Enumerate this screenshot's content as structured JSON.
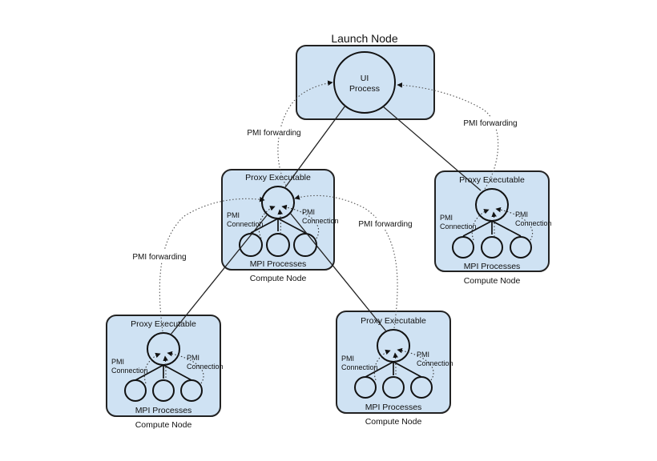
{
  "launch_node": {
    "title": "Launch Node",
    "ui_process": [
      "UI",
      "Process"
    ]
  },
  "forwarding_labels": [
    "PMI forwarding",
    "PMI forwarding",
    "PMI forwarding",
    "PMI forwarding"
  ],
  "compute_nodes": [
    {
      "proxy": "Proxy Executable",
      "connection_left": [
        "PMI",
        "Connection"
      ],
      "connection_right": [
        "PMI",
        "Connection"
      ],
      "processes": "MPI Processes",
      "caption": "Compute Node"
    },
    {
      "proxy": "Proxy Executable",
      "connection_left": [
        "PMI",
        "Connection"
      ],
      "connection_right": [
        "PMI",
        "Connection"
      ],
      "processes": "MPI Processes",
      "caption": "Compute Node"
    },
    {
      "proxy": "Proxy Executable",
      "connection_left": [
        "PMI",
        "Connection"
      ],
      "connection_right": [
        "PMI",
        "Connection"
      ],
      "processes": "MPI Processes",
      "caption": "Compute Node"
    },
    {
      "proxy": "Proxy Executable",
      "connection_left": [
        "PMI",
        "Connection"
      ],
      "connection_right": [
        "PMI",
        "Connection"
      ],
      "processes": "MPI Processes",
      "caption": "Compute Node"
    }
  ]
}
